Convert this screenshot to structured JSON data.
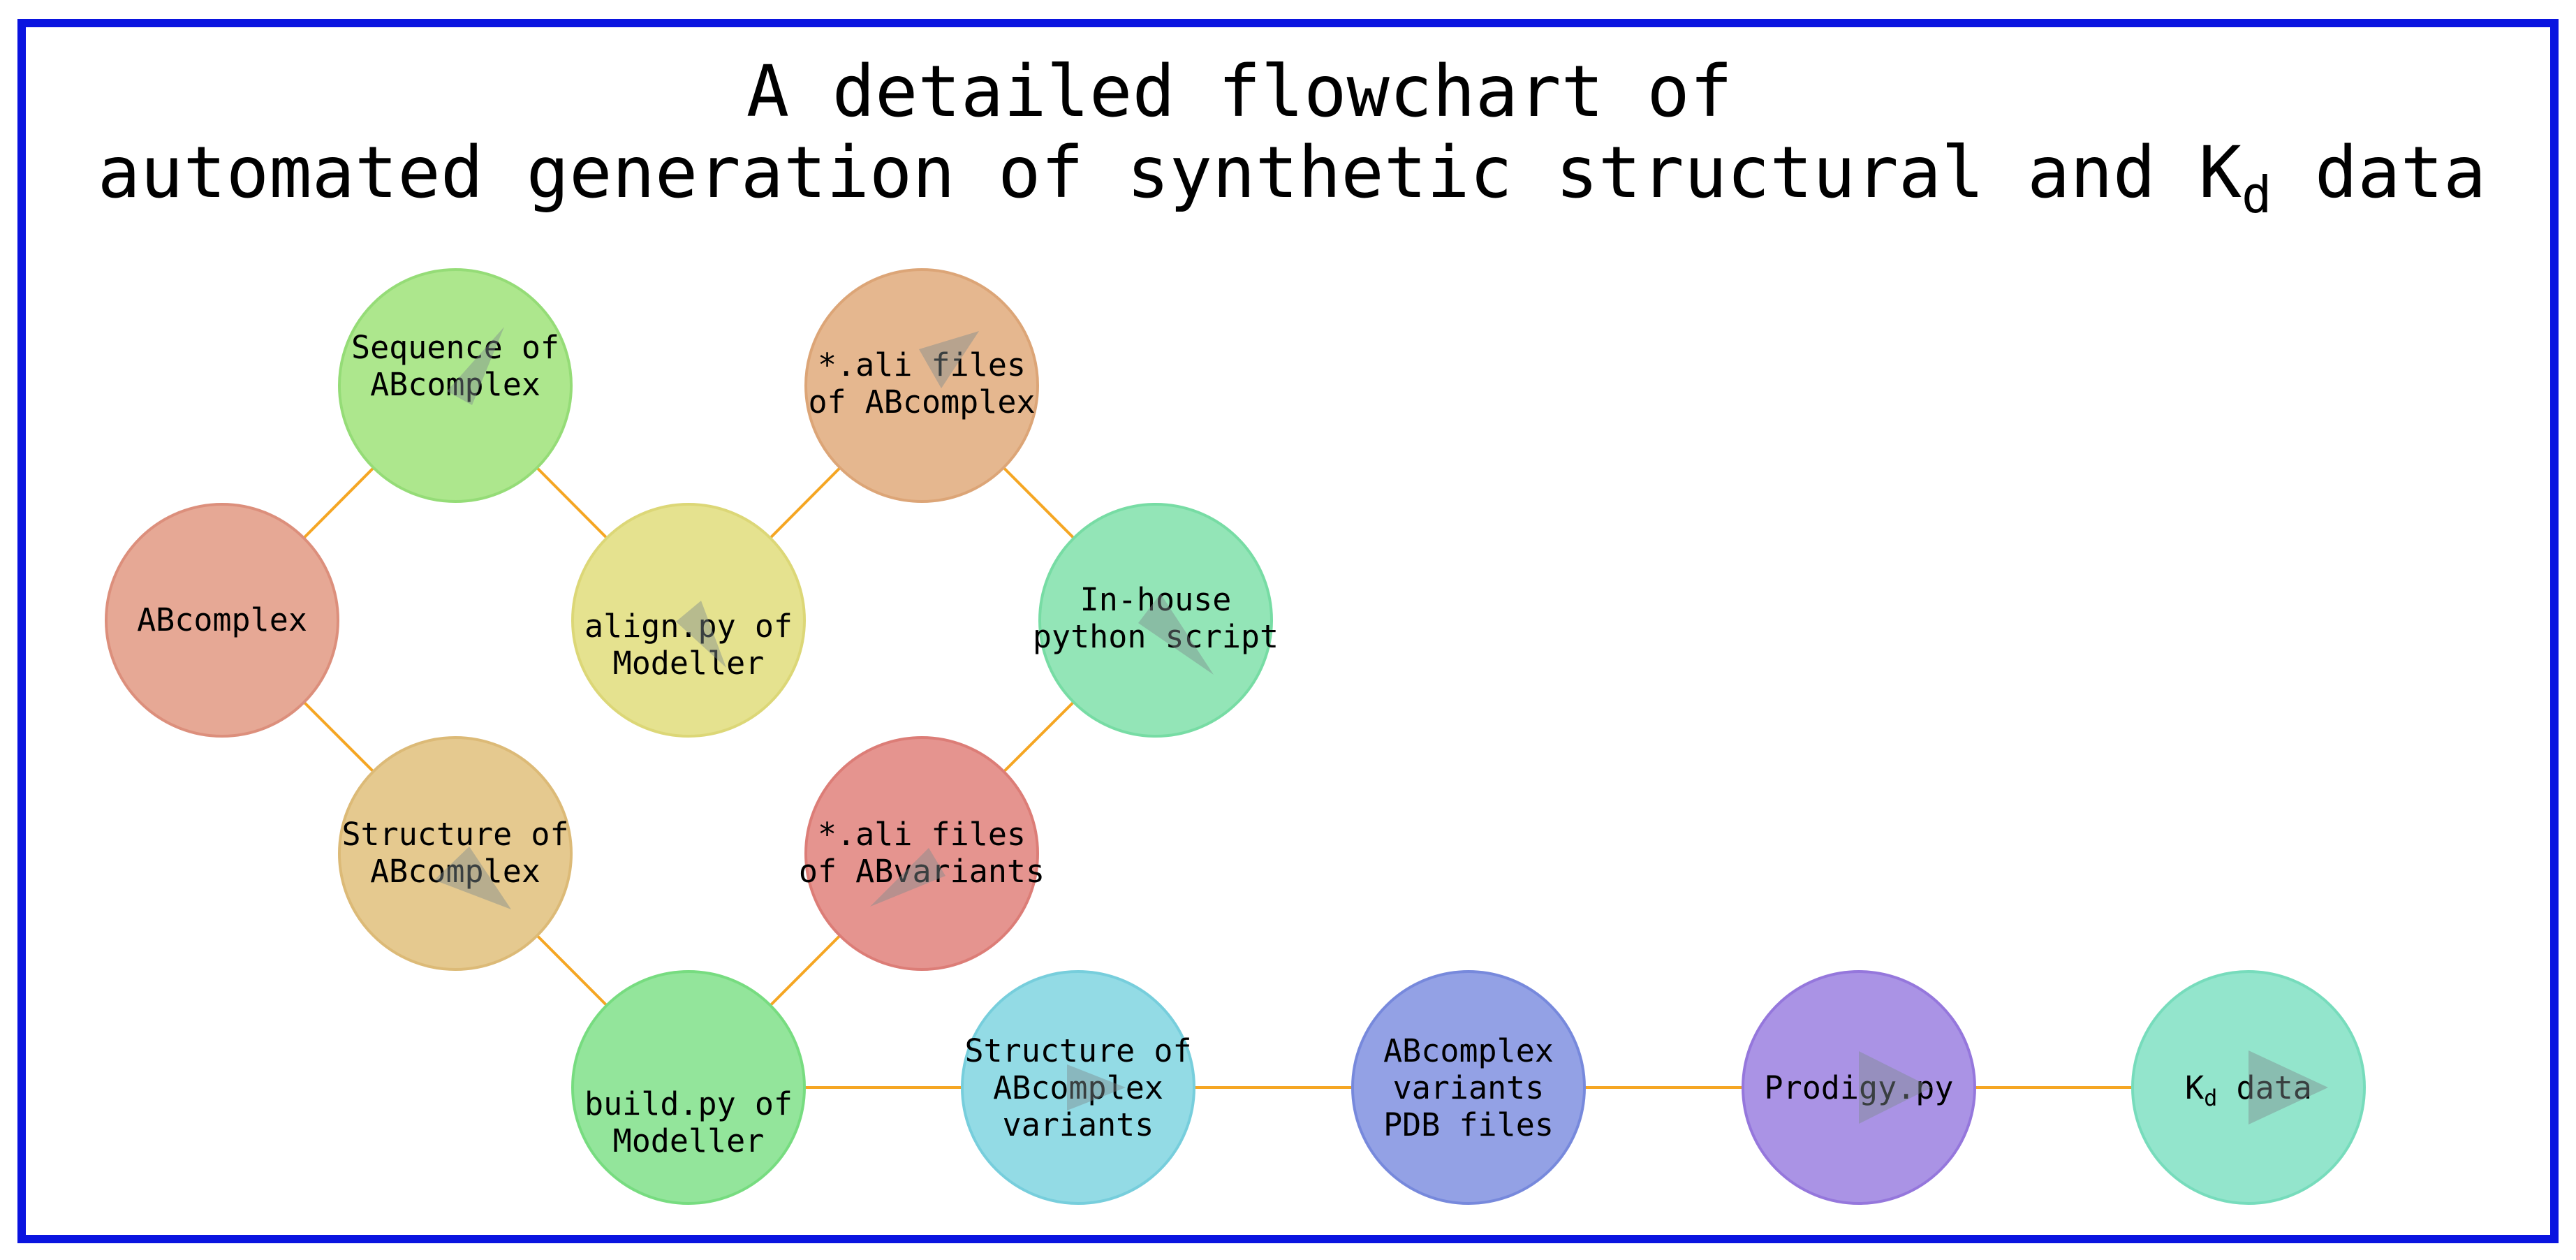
{
  "title": {
    "line1": "A detailed flowchart of",
    "line2_before": "automated generation of synthetic structural and K",
    "line2_sub": "d",
    "line2_after": " data"
  },
  "colors": {
    "frame": "#0a14e0",
    "edge": "#f5a623",
    "arrow": "#7f8c8d"
  },
  "nodes": {
    "abcomplex": {
      "lines": [
        "ABcomplex"
      ],
      "fill": "#e6a895",
      "stroke": "#dc8f7c"
    },
    "sequence": {
      "lines": [
        "Sequence of",
        "ABcomplex"
      ],
      "fill": "#ade78d",
      "stroke": "#95dc77"
    },
    "structure": {
      "lines": [
        "Structure of",
        "ABcomplex"
      ],
      "fill": "#e5c98f",
      "stroke": "#dcba77"
    },
    "align": {
      "lines": [
        "align.py of",
        "Modeller"
      ],
      "fill": "#e5e28f",
      "stroke": "#dcd777"
    },
    "build": {
      "lines": [
        "build.py of",
        "Modeller"
      ],
      "fill": "#93e59b",
      "stroke": "#77dc80"
    },
    "ali_complex": {
      "lines": [
        "*.ali files",
        "of ABcomplex"
      ],
      "fill": "#e5b78f",
      "stroke": "#dca577"
    },
    "ali_variants": {
      "lines": [
        "*.ali files",
        "of ABvariants"
      ],
      "fill": "#e5948f",
      "stroke": "#dc7d77"
    },
    "inhouse": {
      "lines": [
        "In-house",
        "python script"
      ],
      "fill": "#93e5b7",
      "stroke": "#77dca4"
    },
    "struct_variants": {
      "lines": [
        "Structure of",
        "ABcomplex",
        "variants"
      ],
      "fill": "#93dbe5",
      "stroke": "#77cedc"
    },
    "pdb_files": {
      "lines": [
        "ABcomplex",
        "variants",
        "PDB files"
      ],
      "fill": "#93a1e5",
      "stroke": "#7789dc"
    },
    "prodigy": {
      "lines": [
        "Prodigy.py"
      ],
      "fill": "#aa93e5",
      "stroke": "#9577dc"
    },
    "kd": {
      "lines": [
        "K"
      ],
      "sub": "d",
      "after": " data",
      "fill": "#93e5cc",
      "stroke": "#77dcbc"
    }
  }
}
